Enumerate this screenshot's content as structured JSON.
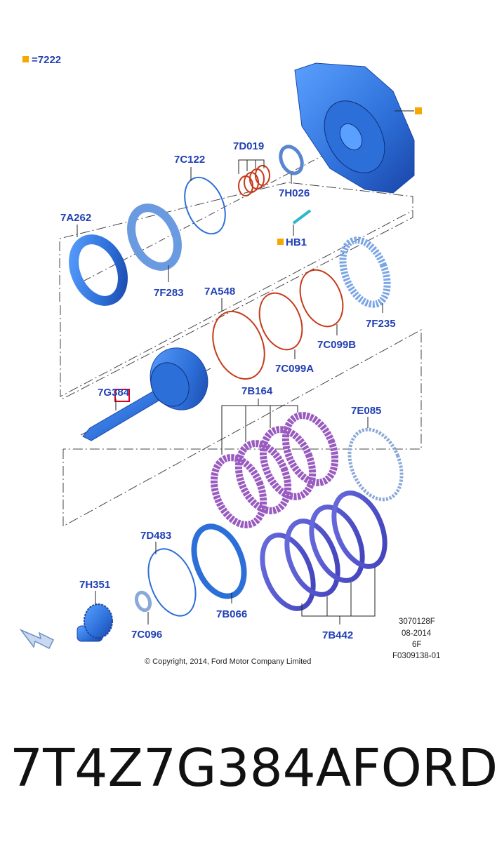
{
  "legend": {
    "text": "=7222"
  },
  "labels": {
    "7C122": "7C122",
    "7D019": "7D019",
    "7H026": "7H026",
    "HB1": "HB1",
    "7A262": "7A262",
    "7F283": "7F283",
    "7A548": "7A548",
    "7F235": "7F235",
    "7C099B": "7C099B",
    "7C099A": "7C099A",
    "7G384": "7G384",
    "7B164": "7B164",
    "7E085": "7E085",
    "7D483": "7D483",
    "7H351": "7H351",
    "7B066": "7B066",
    "7C096": "7C096",
    "7B442": "7B442"
  },
  "codes": {
    "line1": "3070128F",
    "line2": "08-2014",
    "line3": "6F",
    "line4": "F0309138-01"
  },
  "copyright": "© Copyright, 2014, Ford Motor Company Limited",
  "part_number": "7T4Z7G384A",
  "brand": "FORD",
  "colors": {
    "label": "#2140b4",
    "marker": "#f5a800",
    "part_blue": "#2d6fd8",
    "friction_purple": "#9a5bc0",
    "seal_red": "#c63a1a",
    "highlight": "#e0001b"
  }
}
